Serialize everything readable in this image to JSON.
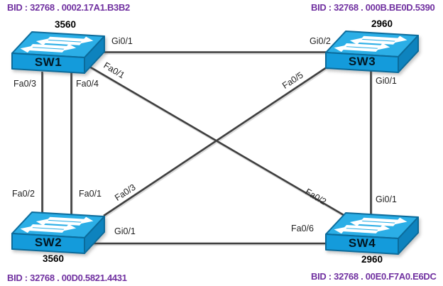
{
  "colors": {
    "bid_text": "#7030A0",
    "link_line": "#3F3F3F",
    "switch_top": "#2BAEE6",
    "switch_front": "#149BDB",
    "switch_side": "#0E83BE",
    "switch_outline": "#0B6B9B"
  },
  "switches": [
    {
      "name": "SW1",
      "model": "3560",
      "bid": "BID : 32768 . 0002.17A1.B3B2"
    },
    {
      "name": "SW2",
      "model": "3560",
      "bid": "BID : 32768 . 00D0.5821.4431"
    },
    {
      "name": "SW3",
      "model": "2960",
      "bid": "BID : 32768 . 000B.BE0D.5390"
    },
    {
      "name": "SW4",
      "model": "2960",
      "bid": "BID : 32768 . 00E0.F7A0.E6DC"
    }
  ],
  "links": [
    {
      "from": "SW1",
      "from_port": "Gi0/1",
      "to": "SW3",
      "to_port": "Gi0/2"
    },
    {
      "from": "SW1",
      "from_port": "Fa0/3",
      "to": "SW2",
      "to_port": "Fa0/2"
    },
    {
      "from": "SW1",
      "from_port": "Fa0/4",
      "to": "SW2",
      "to_port": "Fa0/1"
    },
    {
      "from": "SW1",
      "from_port": "Fa0/1",
      "to": "SW4",
      "to_port": "Fa0/2"
    },
    {
      "from": "SW3",
      "from_port": "Fa0/5",
      "to": "SW2",
      "to_port": "Fa0/3"
    },
    {
      "from": "SW3",
      "from_port": "Gi0/1",
      "to": "SW4",
      "to_port": "Gi0/1"
    },
    {
      "from": "SW2",
      "from_port": "Gi0/1",
      "to": "SW4",
      "to_port": "Fa0/6"
    }
  ]
}
